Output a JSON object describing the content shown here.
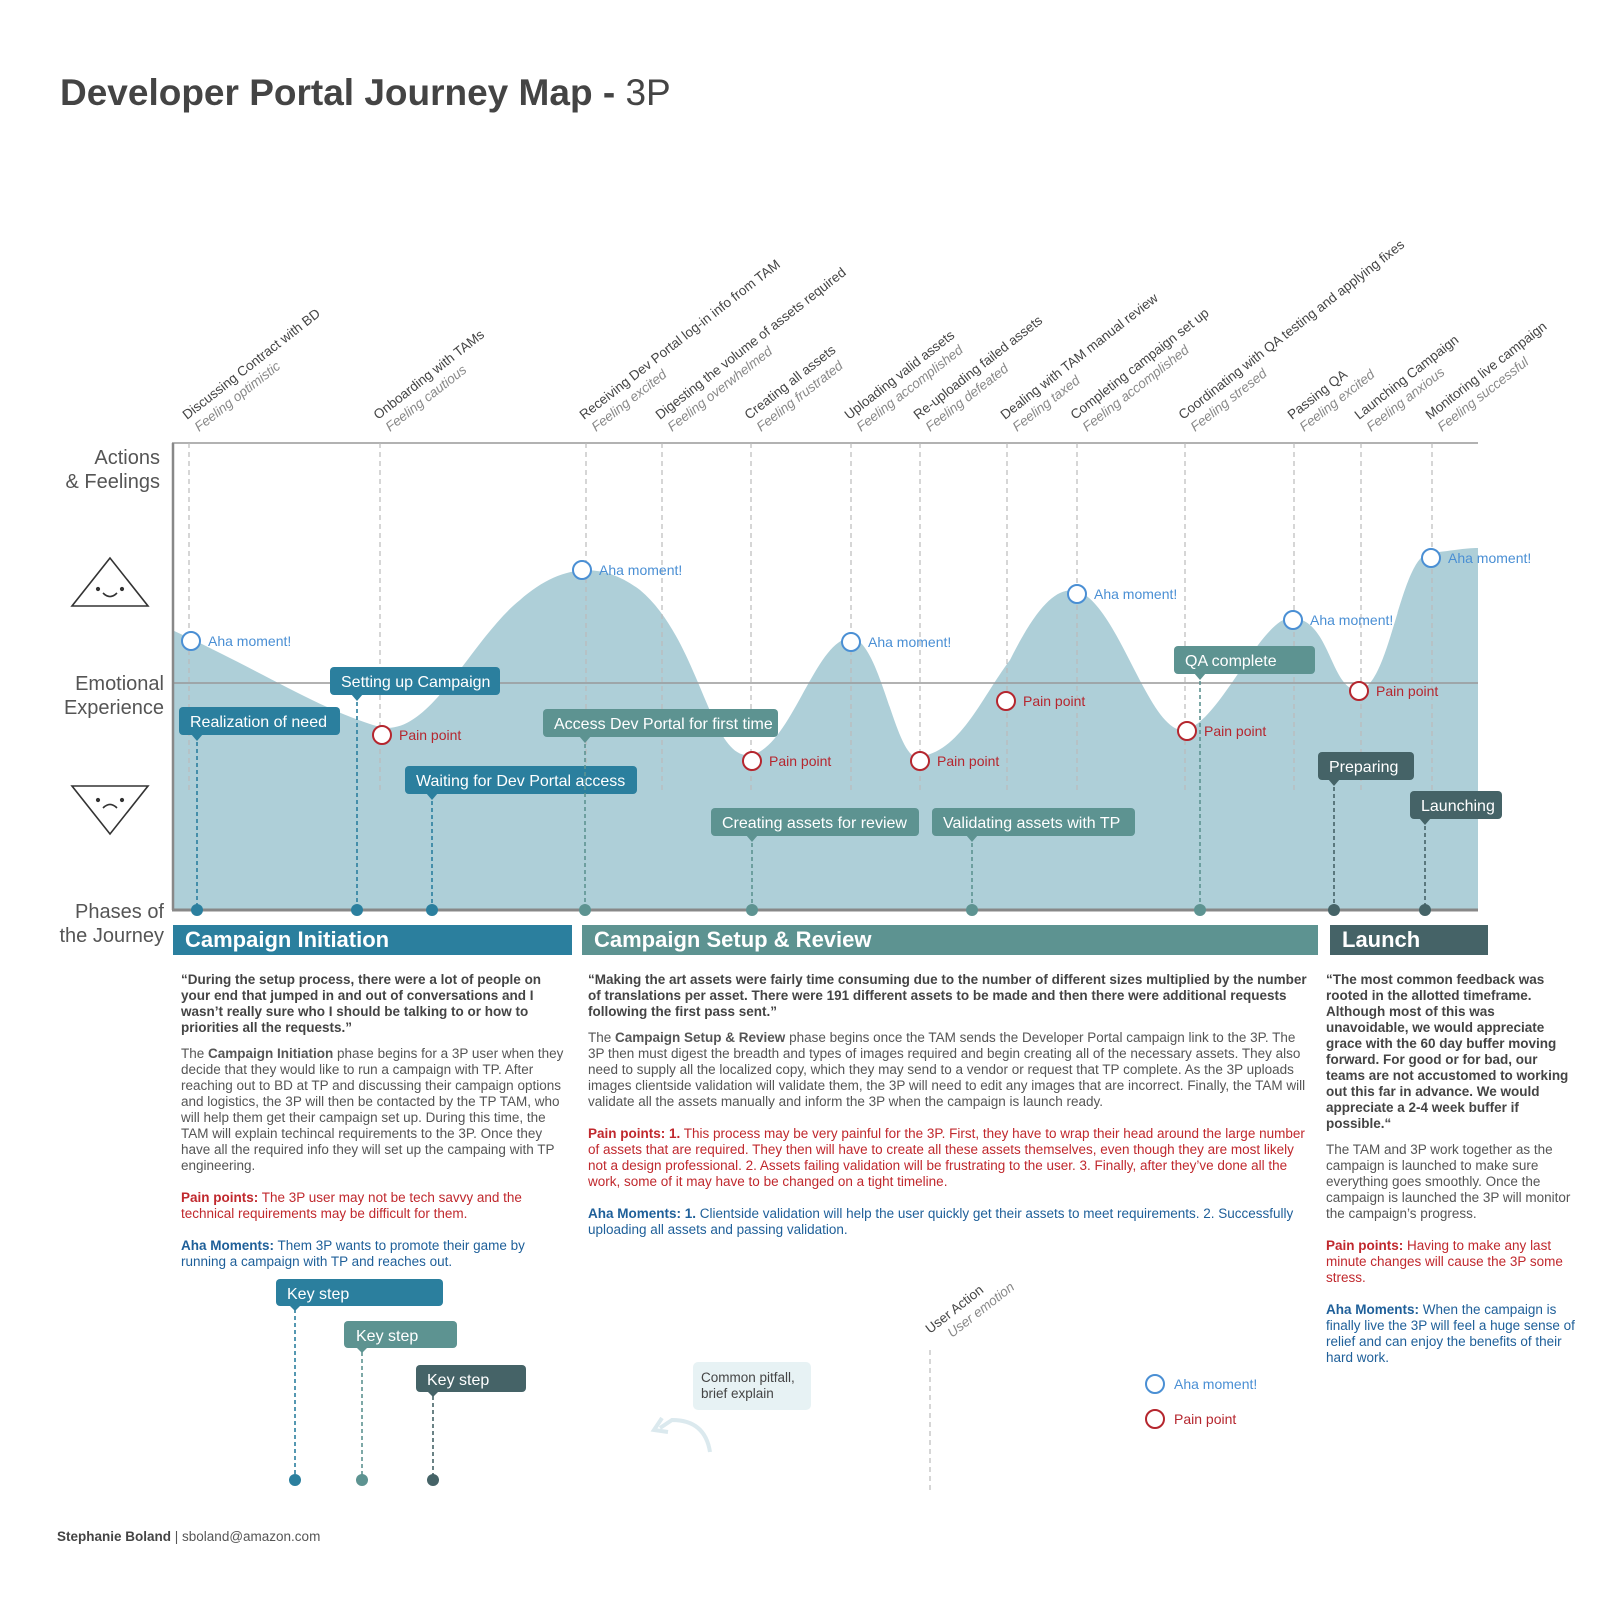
{
  "title": {
    "main": "Developer Portal Journey Map -",
    "sub": "3P"
  },
  "row_labels": {
    "actions": [
      "Actions",
      "& Feelings"
    ],
    "emotional": [
      "Emotional",
      "Experience"
    ],
    "phases": [
      "Phases of",
      "the Journey"
    ]
  },
  "actions": [
    {
      "action": "Discussing Contract with BD",
      "feeling": "Feeling optimistic"
    },
    {
      "action": "Onboarding with TAMs",
      "feeling": "Feeling cautious"
    },
    {
      "action": "Receiving Dev Portal log-in info from TAM",
      "feeling": "Feeling excited"
    },
    {
      "action": "Digesting the volume of assets required",
      "feeling": "Feeling overwhelmed"
    },
    {
      "action": "Creating all assets",
      "feeling": "Feeling frustrated"
    },
    {
      "action": "Uploading valid assets",
      "feeling": "Feeling accomplished"
    },
    {
      "action": "Re-uploading failed assets",
      "feeling": "Feeling defeated"
    },
    {
      "action": "Dealing with TAM manual review",
      "feeling": "Feeling taxed"
    },
    {
      "action": "Completing campaign set up",
      "feeling": "Feeling accomplished"
    },
    {
      "action": "Coordinating with QA testing and applying fixes",
      "feeling": "Feeling stresed"
    },
    {
      "action": "Passing QA",
      "feeling": "Feeling excited"
    },
    {
      "action": "Launching Campaign",
      "feeling": "Feeling anxious"
    },
    {
      "action": "Monitoring live campaign",
      "feeling": "Feeling successful"
    }
  ],
  "markers": {
    "aha": "Aha moment!",
    "pain": "Pain point"
  },
  "key_steps": [
    {
      "label": "Realization of need",
      "phase": 0
    },
    {
      "label": "Setting up Campaign",
      "phase": 0
    },
    {
      "label": "Waiting for Dev Portal access",
      "phase": 0
    },
    {
      "label": "Access Dev Portal for first time",
      "phase": 1
    },
    {
      "label": "Creating assets for review",
      "phase": 1
    },
    {
      "label": "Validating assets with TP",
      "phase": 1
    },
    {
      "label": "QA complete",
      "phase": 1
    },
    {
      "label": "Preparing",
      "phase": 2
    },
    {
      "label": "Launching",
      "phase": 2
    }
  ],
  "phases": [
    {
      "name": "Campaign Initiation",
      "color": "#2b7f9e"
    },
    {
      "name": "Campaign Setup & Review",
      "color": "#5d9391"
    },
    {
      "name": "Launch",
      "color": "#456367"
    }
  ],
  "colors": {
    "curve_fill": "#aecfd8",
    "pain": "#b5262e",
    "aha": "#4a8fd4",
    "axis": "#999999"
  },
  "descriptions": [
    {
      "quote": "“During the setup process, there were a lot of people on your end that jumped in and out of conversations and I wasn’t really sure who I should be talking to or how to priorities all the requests.”",
      "body_pre": "The ",
      "body_bold": "Campaign Initiation",
      "body_post": " phase begins for a 3P user when they decide that they would like to run a campaign with TP. After reaching out to BD at TP and discussing their campaign options and logistics, the 3P will then be contacted by the TP TAM, who will help them get their campaign set up. During this time, the TAM will explain techincal requirements to the 3P. Once they have all the required info they will set up the campaing with TP engineering.",
      "pain_label": "Pain points:",
      "pain_text": " The 3P user may not be tech savvy and the technical requirements may be difficult for them.",
      "aha_label": "Aha Moments:",
      "aha_text": " Them 3P wants to promote their game by running a campaign with TP and reaches out."
    },
    {
      "quote": "“Making the art assets were fairly time consuming due to the number of different sizes multiplied by the number of translations per asset. There were 191 different assets to be made and then there were additional requests following the first pass sent.”",
      "body_pre": "The ",
      "body_bold": "Campaign Setup & Review",
      "body_post": " phase begins once the TAM sends the Developer Portal campaign link to the 3P. The 3P then must digest the breadth and types of images required and begin creating all of the necessary assets. They also need to supply all the localized copy, which they may send to a vendor or request that TP complete. As the 3P uploads images clientside validation will validate them, the 3P will need to edit any images that are incorrect. Finally, the TAM will validate all the assets manually and inform the 3P when the campaign is launch ready.",
      "pain_label": "Pain points: 1.",
      "pain_text": " This process may be very painful for the 3P. First, they have to wrap their head around the large number of assets that are required. They then will have to create all these assets themselves, even though they are most likely not a design professional. 2. Assets failing validation will be frustrating to the user. 3. Finally, after they’ve done all the work, some of it may have to be changed on a tight timeline.",
      "aha_label": "Aha Moments: 1.",
      "aha_text": " Clientside validation will help the user quickly get their assets to meet requirements. 2. Successfully uploading all assets and passing validation."
    },
    {
      "quote": "“The most common feedback was rooted in the allotted timeframe. Although most of this was unavoidable, we would appreciate grace with the 60 day buffer moving forward. For good or for bad, our teams are not accustomed to working out this far in advance. We would appreciate a 2-4 week buffer if possible.“",
      "body_pre": "",
      "body_bold": "",
      "body_post": "The TAM and 3P work together as the campaign is launched to make sure everything goes smoothly. Once the campaign is launched the 3P will monitor the campaign’s progress.",
      "pain_label": "Pain points:",
      "pain_text": " Having to make any last minute changes will cause the 3P some stress.",
      "aha_label": "Aha Moments:",
      "aha_text": " When the campaign is finally live the 3P will feel a huge sense of relief and can enjoy the benefits of their hard work."
    }
  ],
  "legend": {
    "key_step": "Key step",
    "pitfall": "Common pitfall, brief explain",
    "user_action": "User Action",
    "user_emotion": "User emotion",
    "aha": "Aha moment!",
    "pain": "Pain point"
  },
  "footer": {
    "name": "Stephanie Boland",
    "email": "| sboland@amazon.com"
  }
}
